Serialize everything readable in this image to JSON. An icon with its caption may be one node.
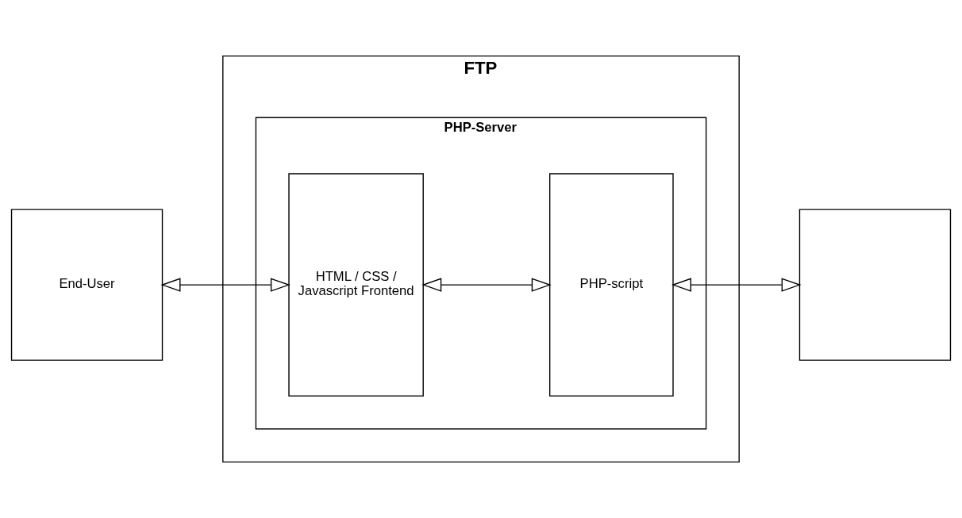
{
  "diagram": {
    "nodes": [
      {
        "text": [
          "End-User"
        ]
      },
      {
        "text": [
          "FTP"
        ]
      },
      {
        "text": [
          "PHP-Server"
        ],
        "in": 1
      },
      {
        "text": [
          "HTML / CSS / Javascript Frontend"
        ],
        "in": 2
      },
      {
        "text": [
          "PHP-script"
        ],
        "in": 2
      },
      {
        "text": [],
        "shape": "box"
      }
    ],
    "edges": [
      {
        "from": 0,
        "to": 3,
        "arrow": "both"
      },
      {
        "from": 3,
        "to": 4,
        "arrow": "both"
      },
      {
        "from": 4,
        "to": 5,
        "arrow": "both"
      }
    ]
  }
}
